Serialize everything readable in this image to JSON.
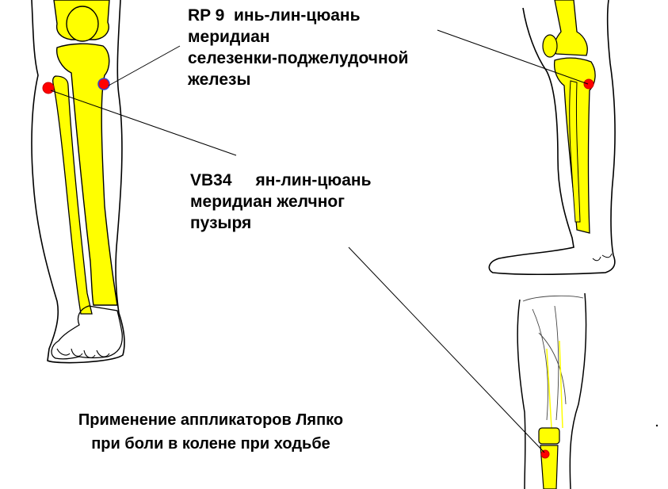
{
  "labels": {
    "rp9": {
      "code": "RP  9",
      "name": "инь-лин-цюань",
      "line2": "меридиан",
      "line3": "селезенки-поджелудочной",
      "line4": "железы"
    },
    "vb34": {
      "code": "VB34",
      "name": "ян-лин-цюань",
      "line2": "меридиан желчног",
      "line3": "пузыря"
    }
  },
  "caption": {
    "line1": "Применение аппликаторов Ляпко",
    "line2": "при боли в колене при ходьбе"
  },
  "colors": {
    "bone": "#ffff00",
    "outline": "#000000",
    "point_red": "#ff0000",
    "point_blue": "#3344cc",
    "background": "#ffffff"
  }
}
